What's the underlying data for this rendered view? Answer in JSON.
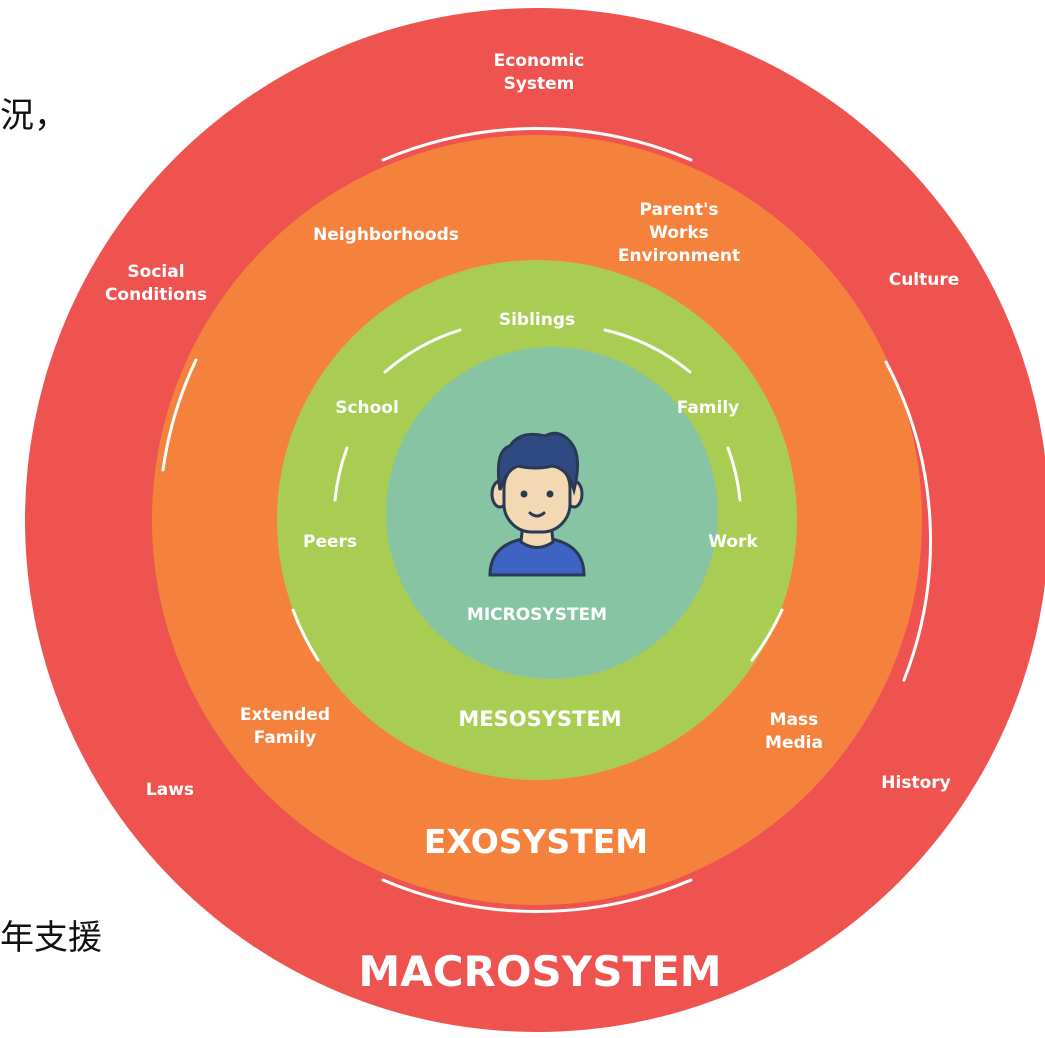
{
  "side_text": {
    "top": "況，",
    "bottom": "年支援"
  },
  "colors": {
    "macro": "#ef5350",
    "exo": "#f5823c",
    "meso": "#a9cd53",
    "micro": "#86c4a4",
    "label": "#ffffff"
  },
  "diagram": {
    "macro": {
      "title": "MACROSYSTEM",
      "economic": [
        "Economic",
        "System"
      ],
      "social": [
        "Social",
        "Conditions"
      ],
      "culture": "Culture",
      "laws": "Laws",
      "history": "History"
    },
    "exo": {
      "title": "EXOSYSTEM",
      "neighborhoods": "Neighborhoods",
      "parents_work": [
        "Parent's",
        "Works",
        "Environment"
      ],
      "extended_family": [
        "Extended",
        "Family"
      ],
      "mass_media": [
        "Mass",
        "Media"
      ]
    },
    "meso": {
      "title": "MESOSYSTEM",
      "siblings": "Siblings",
      "school": "School",
      "family": "Family",
      "peers": "Peers",
      "work": "Work"
    },
    "micro": {
      "title": "MICROSYSTEM",
      "person": "person-icon"
    }
  }
}
